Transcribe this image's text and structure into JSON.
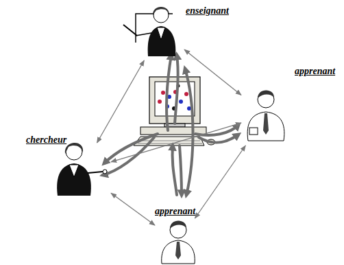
{
  "diagram": {
    "nodes": [
      {
        "text": [
          "enseignant"
        ]
      },
      {
        "text": [
          "chercheur"
        ]
      },
      {
        "text": [
          "apprenant"
        ]
      },
      {
        "text": [
          "apprenant"
        ]
      }
    ],
    "edges": [
      {
        "from": 0,
        "to": 1,
        "arrow": "both"
      },
      {
        "from": 0,
        "to": 2,
        "arrow": "both"
      },
      {
        "from": 1,
        "to": 2,
        "arrow": "both"
      },
      {
        "from": 1,
        "to": 3,
        "arrow": "both"
      },
      {
        "from": 2,
        "to": 3,
        "arrow": "both"
      }
    ]
  }
}
